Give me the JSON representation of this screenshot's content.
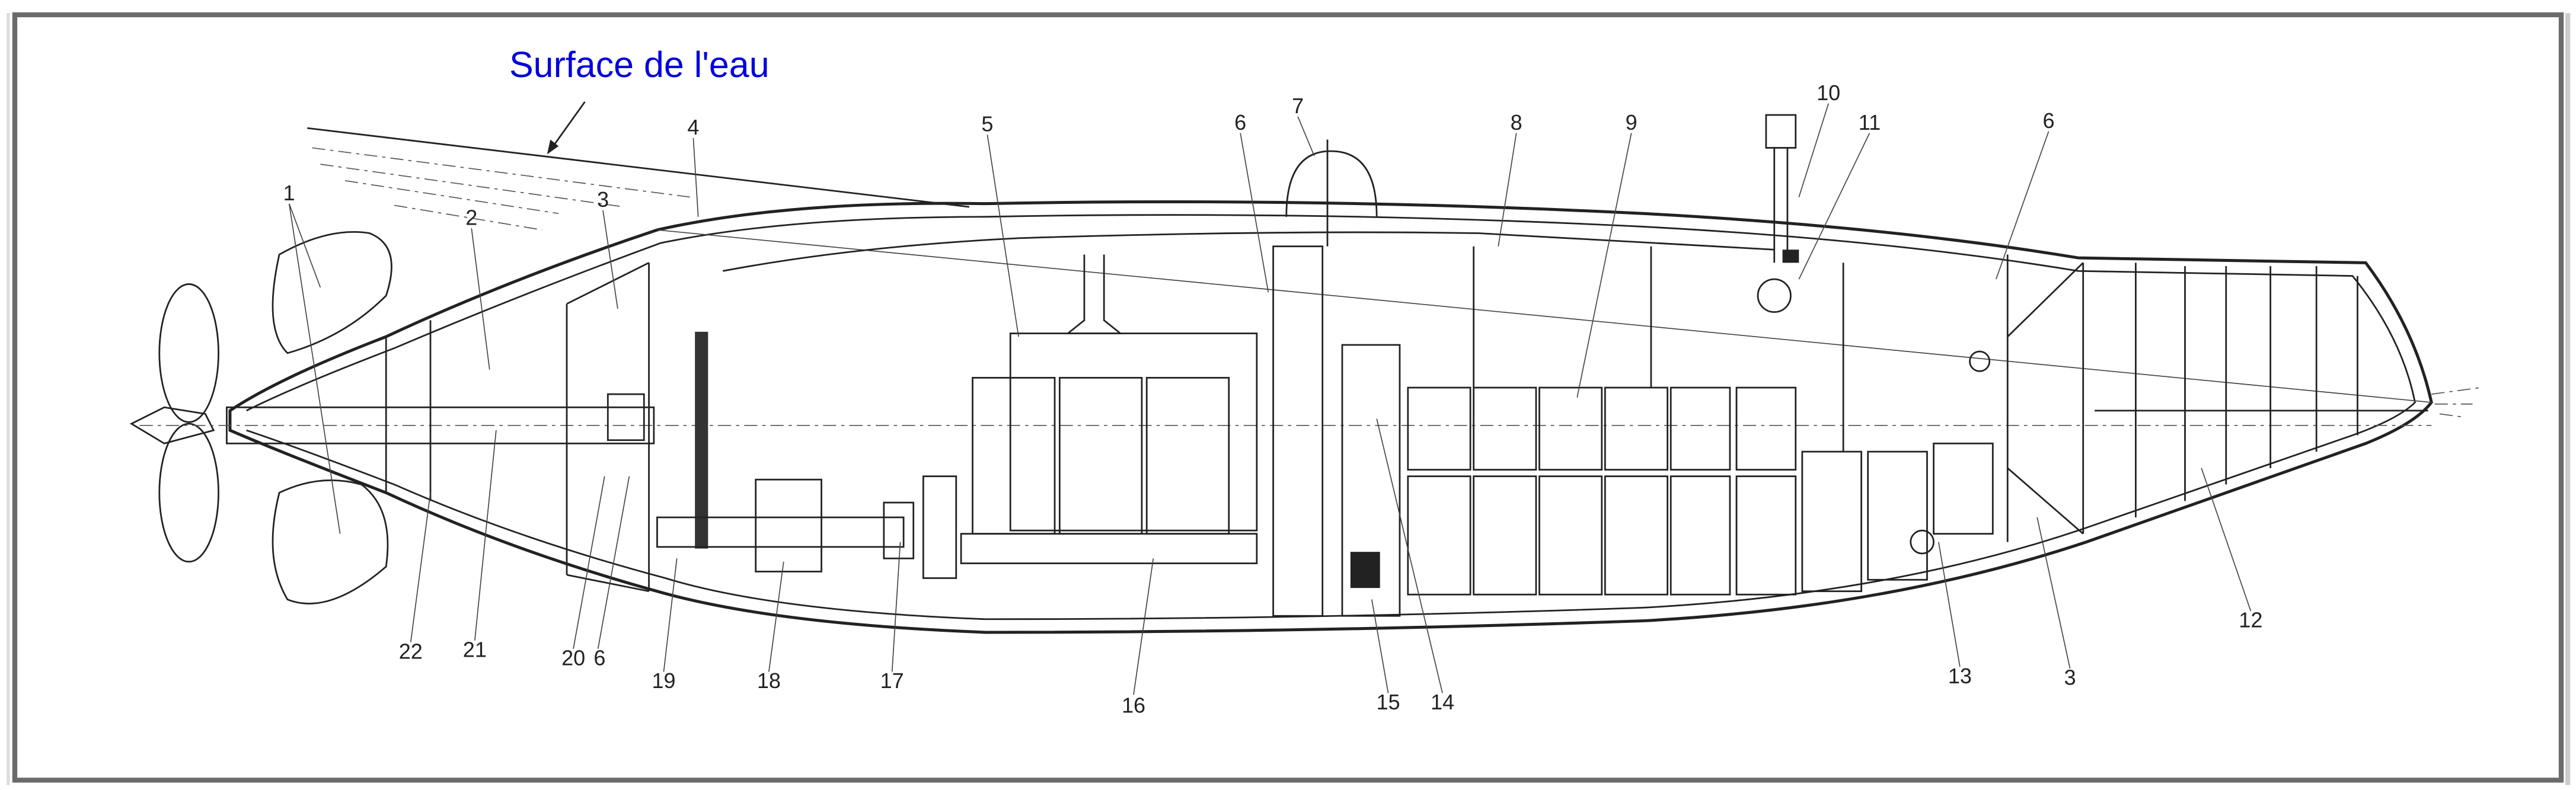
{
  "title": "Surface de l'eau",
  "labels": {
    "l1": "1",
    "l2": "2",
    "l3a": "3",
    "l4": "4",
    "l5": "5",
    "l6a": "6",
    "l7": "7",
    "l8": "8",
    "l9": "9",
    "l10": "10",
    "l11": "11",
    "l6b": "6",
    "l12": "12",
    "l3b": "3",
    "l13": "13",
    "l14": "14",
    "l15": "15",
    "l16": "16",
    "l17": "17",
    "l18": "18",
    "l19": "19",
    "l20": "20",
    "l6c": "6",
    "l21": "21",
    "l22": "22"
  },
  "colors": {
    "title": "#0000e0",
    "frame": "#6b6b6b"
  }
}
